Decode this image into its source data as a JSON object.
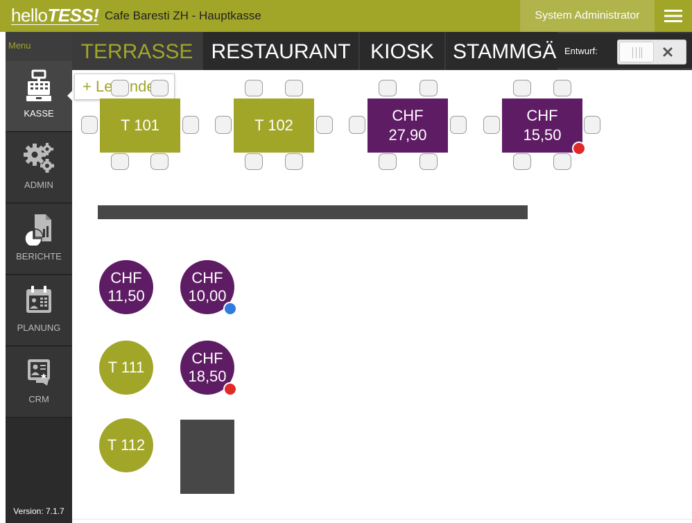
{
  "header": {
    "logo_light": "hello",
    "logo_bold": "TESS!",
    "title": "Cafe Baresti ZH - Hauptkasse",
    "user": "System Administrator",
    "brand_color": "#a1a628"
  },
  "sidebar": {
    "menu_label": "Menu",
    "items": [
      {
        "label": "KASSE",
        "icon": "cash-register-icon",
        "active": true
      },
      {
        "label": "ADMIN",
        "icon": "gears-icon",
        "active": false
      },
      {
        "label": "BERICHTE",
        "icon": "report-icon",
        "active": false
      },
      {
        "label": "PLANUNG",
        "icon": "calendar-icon",
        "active": false
      },
      {
        "label": "CRM",
        "icon": "contact-card-icon",
        "active": false
      }
    ],
    "version": "Version: 7.1.7"
  },
  "tabs": [
    {
      "label": "TERRASSE",
      "active": true
    },
    {
      "label": "RESTAURANT",
      "active": false
    },
    {
      "label": "KIOSK",
      "active": false
    },
    {
      "label": "STAMMGÄ",
      "active": false
    }
  ],
  "draft": {
    "label": "Entwurf:",
    "enabled": false
  },
  "legend_button": "+ Legende",
  "tables": [
    {
      "id": "t101",
      "lines": [
        "T 101"
      ],
      "status": "free"
    },
    {
      "id": "t102",
      "lines": [
        "T 102"
      ],
      "status": "free"
    },
    {
      "id": "t103",
      "lines": [
        "CHF",
        "27,90"
      ],
      "status": "occupied"
    },
    {
      "id": "t104",
      "lines": [
        "CHF",
        "15,50"
      ],
      "status": "occupied",
      "badge": "red"
    },
    {
      "id": "r1",
      "lines": [
        "CHF",
        "11,50"
      ],
      "status": "occupied"
    },
    {
      "id": "r2",
      "lines": [
        "CHF",
        "10,00"
      ],
      "status": "occupied",
      "badge": "blue"
    },
    {
      "id": "t111",
      "lines": [
        "T 111"
      ],
      "status": "free"
    },
    {
      "id": "r4",
      "lines": [
        "CHF",
        "18,50"
      ],
      "status": "occupied",
      "badge": "red"
    },
    {
      "id": "t112",
      "lines": [
        "T 112"
      ],
      "status": "free"
    }
  ],
  "colors": {
    "free": "#a1a628",
    "occupied": "#5e1c64",
    "badge_red": "#e02a2a",
    "badge_blue": "#2f7be0"
  }
}
